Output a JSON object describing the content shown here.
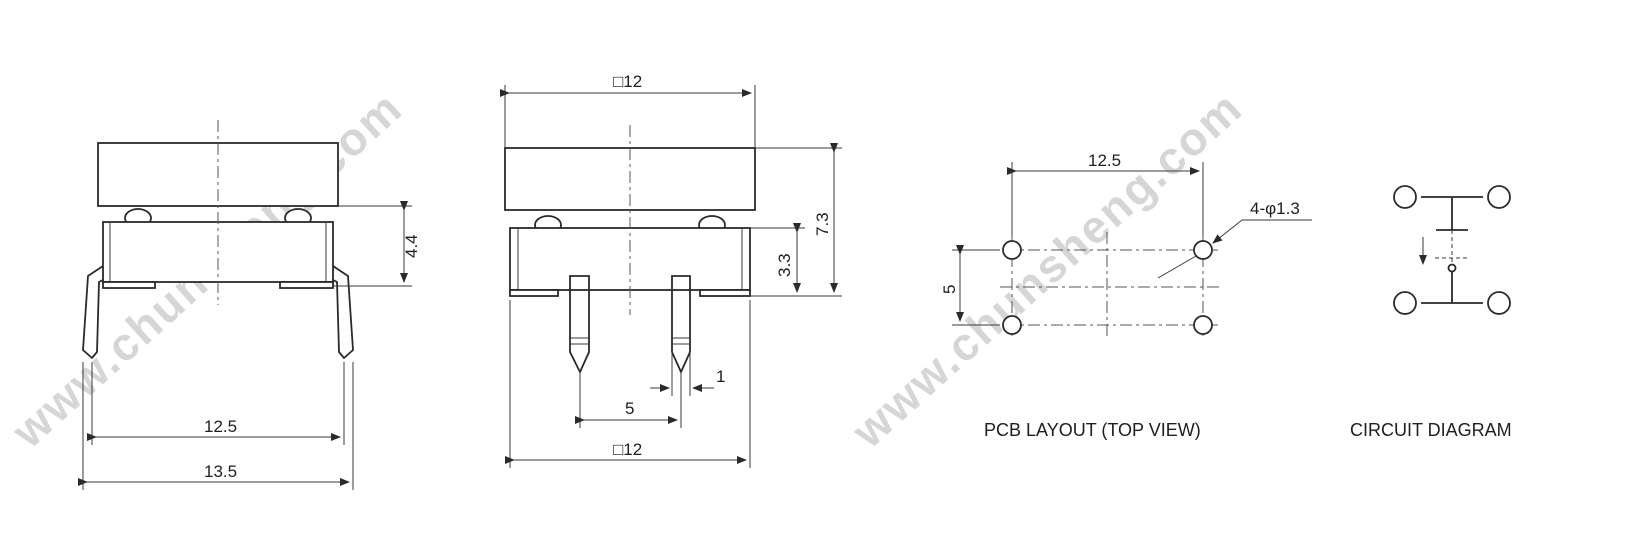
{
  "watermark": "www.chunsheng.com",
  "views": {
    "front": {
      "dims": {
        "height": "4.4",
        "pin_inner": "12.5",
        "pin_outer": "13.5"
      }
    },
    "side": {
      "dims": {
        "width_top": "□12",
        "width_bottom": "□12",
        "total_height": "7.3",
        "base_height": "3.3",
        "pin_pitch": "5",
        "pin_width": "1"
      }
    },
    "pcb": {
      "caption": "PCB LAYOUT (TOP VIEW)",
      "dims": {
        "hole_spacing": "12.5",
        "row_spacing": "5",
        "hole_spec": "4-φ1.3"
      }
    },
    "circuit": {
      "caption": "CIRCUIT DIAGRAM"
    }
  }
}
